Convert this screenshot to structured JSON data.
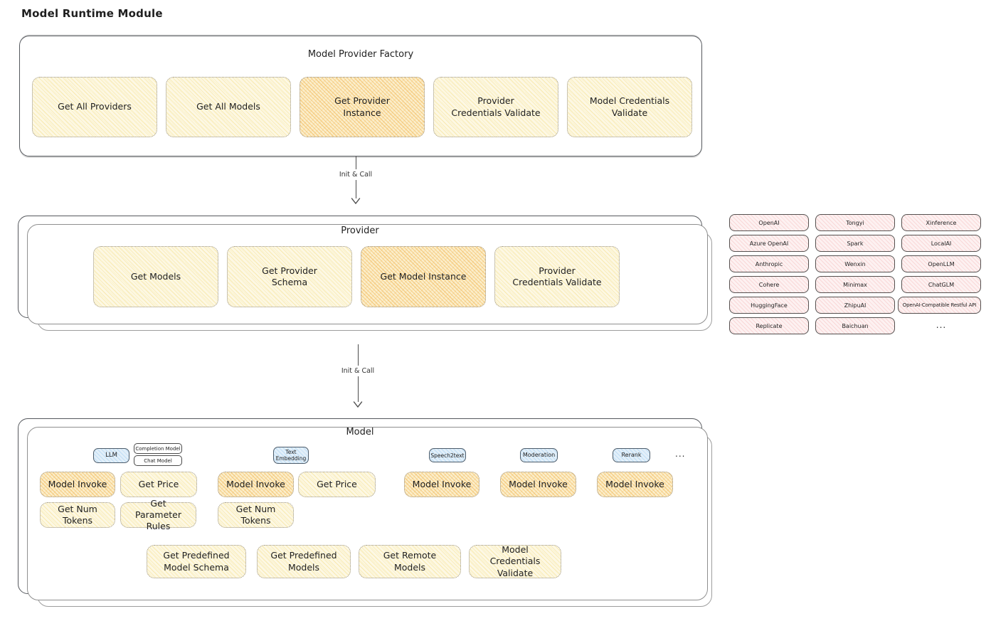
{
  "page": {
    "title": "Model Runtime Module"
  },
  "colors": {
    "ink": "#1f1f1f",
    "highlight_orange": "#f0b458",
    "soft_yellow": "#f6e3a1",
    "provider_pink": "#f3b8b8",
    "type_blue": "#a8cfec"
  },
  "arrows": {
    "first_label": "Init & Call",
    "second_label": "Init & Call"
  },
  "factory": {
    "title": "Model Provider Factory",
    "items": [
      {
        "label": "Get All Providers",
        "highlight": false
      },
      {
        "label": "Get All Models",
        "highlight": false
      },
      {
        "label": "Get Provider Instance",
        "highlight": true
      },
      {
        "label": "Provider Credentials Validate",
        "highlight": false
      },
      {
        "label": "Model Credentials Validate",
        "highlight": false
      }
    ]
  },
  "provider": {
    "title": "Provider",
    "items": [
      {
        "label": "Get Models",
        "highlight": false
      },
      {
        "label": "Get Provider Schema",
        "highlight": false
      },
      {
        "label": "Get Model Instance",
        "highlight": true
      },
      {
        "label": "Provider Credentials Validate",
        "highlight": false
      }
    ]
  },
  "provider_vendors": {
    "col1": [
      "OpenAI",
      "Azure OpenAI",
      "Anthropic",
      "Cohere",
      "HuggingFace",
      "Replicate"
    ],
    "col2": [
      "Tongyi",
      "Spark",
      "Wenxin",
      "Minimax",
      "ZhipuAI",
      "Baichuan"
    ],
    "col3": [
      "Xinference",
      "LocalAI",
      "OpenLLM",
      "ChatGLM",
      "OpenAI-Compatible Restful API"
    ],
    "more": "..."
  },
  "model": {
    "title": "Model",
    "types": {
      "llm": "LLM",
      "completion": "Completion Model",
      "chat": "Chat Model",
      "embedding": "Text Embedding",
      "speech2text": "Speech2text",
      "moderation": "Moderation",
      "rerank": "Rerank",
      "more": "..."
    },
    "llm_functions": [
      {
        "label": "Model Invoke",
        "highlight": true
      },
      {
        "label": "Get Price",
        "highlight": false
      },
      {
        "label": "Get Num Tokens",
        "highlight": false
      },
      {
        "label": "Get Parameter Rules",
        "highlight": false
      }
    ],
    "embedding_functions": [
      {
        "label": "Model Invoke",
        "highlight": true
      },
      {
        "label": "Get Price",
        "highlight": false
      },
      {
        "label": "Get Num Tokens",
        "highlight": false
      }
    ],
    "speech2text_functions": [
      {
        "label": "Model Invoke",
        "highlight": true
      }
    ],
    "moderation_functions": [
      {
        "label": "Model Invoke",
        "highlight": true
      }
    ],
    "rerank_functions": [
      {
        "label": "Model Invoke",
        "highlight": true
      }
    ],
    "shared_functions": [
      {
        "label": "Get Predefined Model Schema"
      },
      {
        "label": "Get Predefined Models"
      },
      {
        "label": "Get Remote Models"
      },
      {
        "label": "Model Credentials Validate"
      }
    ]
  }
}
